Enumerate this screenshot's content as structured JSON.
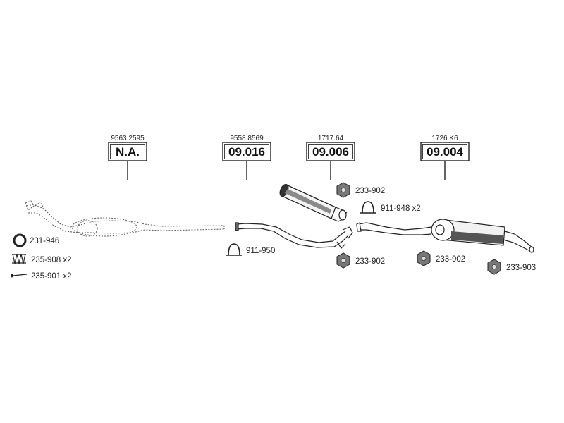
{
  "assemblies": [
    {
      "ref": "9563.2595",
      "code": "N.A."
    },
    {
      "ref": "9558.8569",
      "code": "09.016"
    },
    {
      "ref": "1717.64",
      "code": "09.006"
    },
    {
      "ref": "1726.K6",
      "code": "09.004"
    }
  ],
  "parts": [
    {
      "label": "233-902",
      "icon": "nut-icon"
    },
    {
      "label": "911-948 x2",
      "icon": "clamp-icon"
    },
    {
      "label": "911-950",
      "icon": "clamp-icon"
    },
    {
      "label": "233-902",
      "icon": "nut-icon"
    },
    {
      "label": "233-902",
      "icon": "nut-icon"
    },
    {
      "label": "233-903",
      "icon": "nut-icon"
    },
    {
      "label": "231-946",
      "icon": "gasket-ring-icon"
    },
    {
      "label": "235-908 x2",
      "icon": "spring-icon"
    },
    {
      "label": "235-901 x2",
      "icon": "bolt-icon"
    }
  ]
}
